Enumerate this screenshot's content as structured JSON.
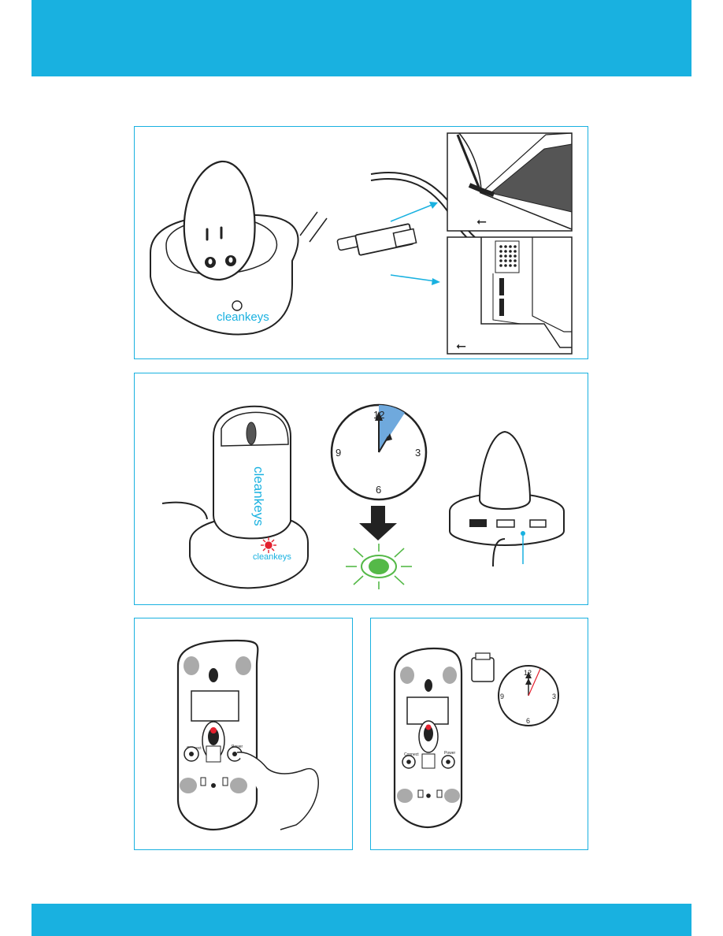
{
  "colors": {
    "accent": "#19b1e0",
    "led_red": "#e3202e",
    "led_green": "#55b948",
    "ink": "#1f1f1f"
  },
  "brand": {
    "logo_text": "cleankeys"
  },
  "clock_main": {
    "n12": "12",
    "n3": "3",
    "n6": "6",
    "n9": "9"
  },
  "clock_small": {
    "n12": "12",
    "n3": "3",
    "n6": "6",
    "n9": "9"
  },
  "mouse_bottom": {
    "connect_label": "Connect",
    "power_label": "Power"
  },
  "icons": [
    "usb-icon",
    "power-button-icon",
    "down-arrow-icon"
  ]
}
